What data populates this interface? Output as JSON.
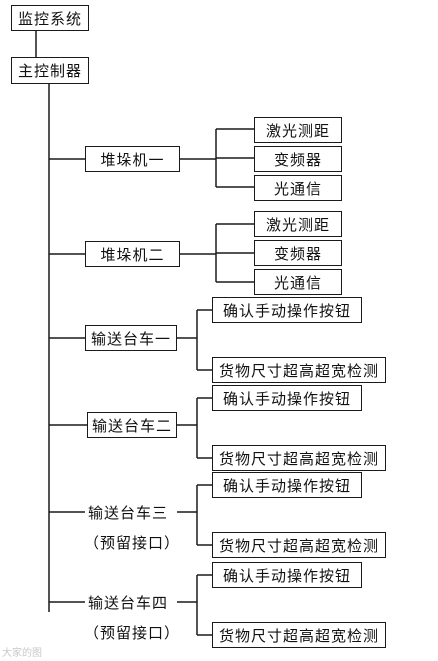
{
  "diagram": {
    "root": "监控系统",
    "controller": "主控制器",
    "stackers": [
      {
        "label": "堆垛机一",
        "children": [
          "激光测距",
          "变频器",
          "光通信"
        ]
      },
      {
        "label": "堆垛机二",
        "children": [
          "激光测距",
          "变频器",
          "光通信"
        ]
      }
    ],
    "conveyors": [
      {
        "label": "输送台车一",
        "note": "",
        "children": [
          "确认手动操作按钮",
          "货物尺寸超高超宽检测"
        ]
      },
      {
        "label": "输送台车二",
        "note": "",
        "children": [
          "确认手动操作按钮",
          "货物尺寸超高超宽检测"
        ]
      },
      {
        "label": "输送台车三",
        "note": "（预留接口）",
        "children": [
          "确认手动操作按钮",
          "货物尺寸超高超宽检测"
        ]
      },
      {
        "label": "输送台车四",
        "note": "（预留接口）",
        "children": [
          "确认手动操作按钮",
          "货物尺寸超高超宽检测"
        ]
      }
    ]
  },
  "watermark": "大家的图"
}
